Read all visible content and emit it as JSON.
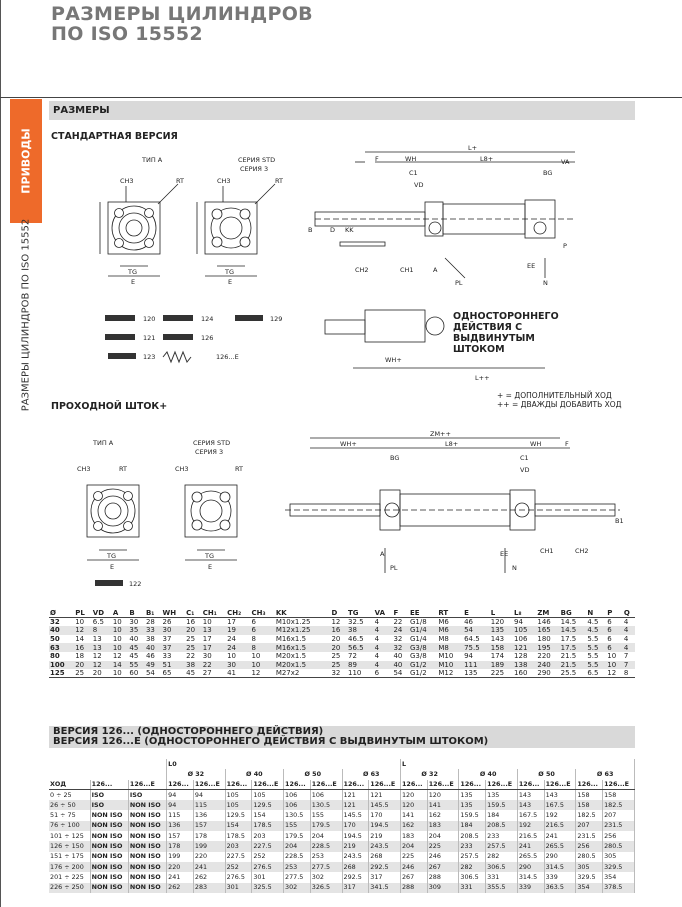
{
  "page": {
    "title_line1": "РАЗМЕРЫ ЦИЛИНДРОВ",
    "title_line2": "ПО ISO 15552",
    "side_tab": "ПРИВОДЫ",
    "side_text": "РАЗМЕРЫ ЦИЛИНДРОВ ПО ISO 15552",
    "accent_color": "#ee6a2a"
  },
  "sections": {
    "dims_header": "РАЗМЕРЫ",
    "standard": "СТАНДАРТНАЯ ВЕРСИЯ",
    "through_rod": "ПРОХОДНОЙ ШТОК+",
    "version_line1": "ВЕРСИЯ 126...   (ОДНОСТОРОННЕГО ДЕЙСТВИЯ)",
    "version_line2": "ВЕРСИЯ 126...E  (ОДНОСТОРОННЕГО ДЕЙСТВИЯ С ВЫДВИНУТЫМ ШТОКОМ)"
  },
  "labels": {
    "type_a": "ТИП А",
    "series_std": "СЕРИЯ STD",
    "series_3": "СЕРИЯ 3",
    "single_acting": [
      "ОДНОСТОРОННЕГО",
      "ДЕЙСТВИЯ С",
      "ВЫДВИНУТЫМ",
      "ШТОКОМ"
    ],
    "note1": "+ = ДОПОЛНИТЕЛЬНЫЙ ХОД",
    "note2": "++ = ДВАЖДЫ ДОБАВИТЬ ХОД",
    "acc": [
      "120",
      "121",
      "123",
      "124",
      "126",
      "126...E",
      "129",
      "122"
    ],
    "dim": {
      "ch3": "CH3",
      "rt": "RT",
      "tg": "TG",
      "e": "E",
      "l": "L+",
      "f": "F",
      "wh": "WH",
      "l8": "L8+",
      "va": "VA",
      "c1": "C1",
      "bg": "BG",
      "vd": "VD",
      "b": "B",
      "d": "D",
      "kk": "KK",
      "ch2": "CH2",
      "ch1": "CH1",
      "a": "A",
      "pl": "PL",
      "ee": "EE",
      "n": "N",
      "p": "P",
      "whp": "WH+",
      "lpp": "L++",
      "zm": "ZM++",
      "b1": "B1",
      "q": "Q"
    }
  },
  "dims_table": {
    "headers": [
      "Ø",
      "PL",
      "VD",
      "A",
      "B",
      "B₁",
      "WH",
      "C₁",
      "CH₁",
      "CH₂",
      "CH₃",
      "KK",
      "D",
      "TG",
      "VA",
      "F",
      "EE",
      "RT",
      "E",
      "L",
      "L₈",
      "ZM",
      "BG",
      "N",
      "P",
      "Q"
    ],
    "rows": [
      [
        "32",
        "10",
        "6.5",
        "10",
        "30",
        "28",
        "26",
        "16",
        "10",
        "17",
        "6",
        "M10x1.25",
        "12",
        "32.5",
        "4",
        "22",
        "G1/8",
        "M6",
        "46",
        "120",
        "94",
        "146",
        "14.5",
        "4.5",
        "6",
        "4"
      ],
      [
        "40",
        "12",
        "8",
        "10",
        "35",
        "33",
        "30",
        "20",
        "13",
        "19",
        "6",
        "M12x1.25",
        "16",
        "38",
        "4",
        "24",
        "G1/4",
        "M6",
        "54",
        "135",
        "105",
        "165",
        "14.5",
        "4.5",
        "6",
        "4"
      ],
      [
        "50",
        "14",
        "13",
        "10",
        "40",
        "38",
        "37",
        "25",
        "17",
        "24",
        "8",
        "M16x1.5",
        "20",
        "46.5",
        "4",
        "32",
        "G1/4",
        "M8",
        "64.5",
        "143",
        "106",
        "180",
        "17.5",
        "5.5",
        "6",
        "4"
      ],
      [
        "63",
        "16",
        "13",
        "10",
        "45",
        "40",
        "37",
        "25",
        "17",
        "24",
        "8",
        "M16x1.5",
        "20",
        "56.5",
        "4",
        "32",
        "G3/8",
        "M8",
        "75.5",
        "158",
        "121",
        "195",
        "17.5",
        "5.5",
        "6",
        "4"
      ],
      [
        "80",
        "18",
        "12",
        "12",
        "45",
        "46",
        "33",
        "22",
        "30",
        "10",
        "10",
        "M20x1.5",
        "25",
        "72",
        "4",
        "40",
        "G3/8",
        "M10",
        "94",
        "174",
        "128",
        "220",
        "21.5",
        "5.5",
        "10",
        "7"
      ],
      [
        "100",
        "20",
        "12",
        "14",
        "55",
        "49",
        "51",
        "38",
        "22",
        "30",
        "10",
        "M20x1.5",
        "25",
        "89",
        "4",
        "40",
        "G1/2",
        "M10",
        "111",
        "189",
        "138",
        "240",
        "21.5",
        "5.5",
        "10",
        "7"
      ],
      [
        "125",
        "25",
        "20",
        "10",
        "60",
        "54",
        "65",
        "45",
        "27",
        "41",
        "12",
        "M27x2",
        "32",
        "110",
        "6",
        "54",
        "G1/2",
        "M12",
        "135",
        "225",
        "160",
        "290",
        "25.5",
        "6.5",
        "12",
        "8"
      ]
    ]
  },
  "version_table": {
    "group_L0": "L0",
    "group_L": "L",
    "bores": [
      "Ø 32",
      "Ø 40",
      "Ø 50",
      "Ø 63",
      "Ø 32",
      "Ø 40",
      "Ø 50",
      "Ø 63"
    ],
    "col_headers": [
      "ХОД",
      "126...",
      "126...E",
      "126...",
      "126...E",
      "126...",
      "126...E",
      "126...",
      "126...E",
      "126...",
      "126...E",
      "126...",
      "126...E",
      "126...",
      "126...E",
      "126...",
      "126...E",
      "126...",
      "126...E"
    ],
    "rows": [
      [
        "0 ÷ 25",
        "ISO",
        "ISO",
        "94",
        "94",
        "105",
        "105",
        "106",
        "106",
        "121",
        "121",
        "120",
        "120",
        "135",
        "135",
        "143",
        "143",
        "158",
        "158"
      ],
      [
        "26 ÷ 50",
        "ISO",
        "NON ISO",
        "94",
        "115",
        "105",
        "129.5",
        "106",
        "130.5",
        "121",
        "145.5",
        "120",
        "141",
        "135",
        "159.5",
        "143",
        "167.5",
        "158",
        "182.5"
      ],
      [
        "51 ÷ 75",
        "NON ISO",
        "NON ISO",
        "115",
        "136",
        "129.5",
        "154",
        "130.5",
        "155",
        "145.5",
        "170",
        "141",
        "162",
        "159.5",
        "184",
        "167.5",
        "192",
        "182.5",
        "207"
      ],
      [
        "76 ÷ 100",
        "NON ISO",
        "NON ISO",
        "136",
        "157",
        "154",
        "178.5",
        "155",
        "179.5",
        "170",
        "194.5",
        "162",
        "183",
        "184",
        "208.5",
        "192",
        "216.5",
        "207",
        "231.5"
      ],
      [
        "101 ÷ 125",
        "NON ISO",
        "NON ISO",
        "157",
        "178",
        "178.5",
        "203",
        "179.5",
        "204",
        "194.5",
        "219",
        "183",
        "204",
        "208.5",
        "233",
        "216.5",
        "241",
        "231.5",
        "256"
      ],
      [
        "126 ÷ 150",
        "NON ISO",
        "NON ISO",
        "178",
        "199",
        "203",
        "227.5",
        "204",
        "228.5",
        "219",
        "243.5",
        "204",
        "225",
        "233",
        "257.5",
        "241",
        "265.5",
        "256",
        "280.5"
      ],
      [
        "151 ÷ 175",
        "NON ISO",
        "NON ISO",
        "199",
        "220",
        "227.5",
        "252",
        "228.5",
        "253",
        "243.5",
        "268",
        "225",
        "246",
        "257.5",
        "282",
        "265.5",
        "290",
        "280.5",
        "305"
      ],
      [
        "176 ÷ 200",
        "NON ISO",
        "NON ISO",
        "220",
        "241",
        "252",
        "276.5",
        "253",
        "277.5",
        "268",
        "292.5",
        "246",
        "267",
        "282",
        "306.5",
        "290",
        "314.5",
        "305",
        "329.5"
      ],
      [
        "201 ÷ 225",
        "NON ISO",
        "NON ISO",
        "241",
        "262",
        "276.5",
        "301",
        "277.5",
        "302",
        "292.5",
        "317",
        "267",
        "288",
        "306.5",
        "331",
        "314.5",
        "339",
        "329.5",
        "354"
      ],
      [
        "226 ÷ 250",
        "NON ISO",
        "NON ISO",
        "262",
        "283",
        "301",
        "325.5",
        "302",
        "326.5",
        "317",
        "341.5",
        "288",
        "309",
        "331",
        "355.5",
        "339",
        "363.5",
        "354",
        "378.5"
      ]
    ]
  }
}
